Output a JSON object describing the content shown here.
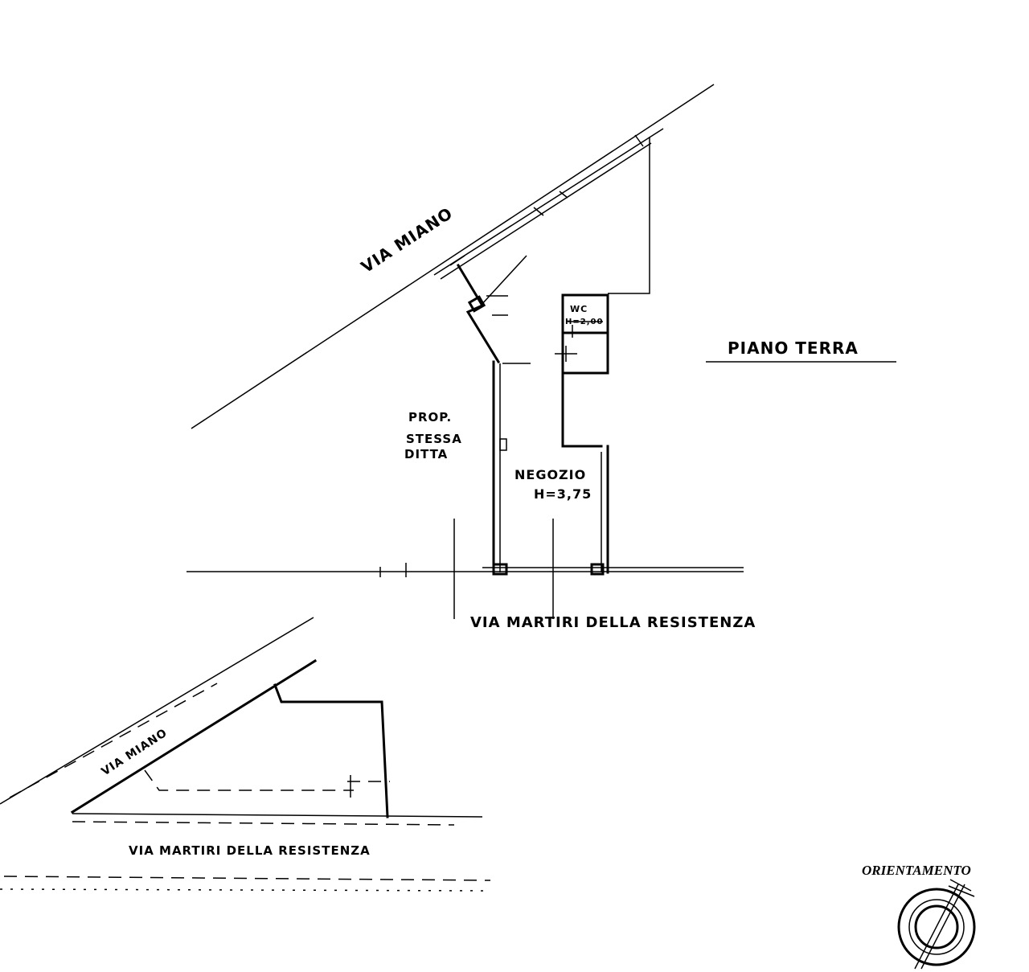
{
  "labels": {
    "via_miano_main": "VIA MIANO",
    "piano_terra": "PIANO TERRA",
    "prop": "PROP.",
    "stessa": "STESSA",
    "ditta": "DITTA",
    "wc": "WC",
    "wc_height": "H=2,00",
    "negozio": "NEGOZIO",
    "negozio_height": "H=3,75",
    "via_martiri_main": "VIA MARTIRI DELLA RESISTENZA",
    "via_miano_small": "VIA MIANO",
    "via_martiri_small": "VIA MARTIRI DELLA RESISTENZA",
    "orientamento": "ORIENTAMENTO"
  }
}
